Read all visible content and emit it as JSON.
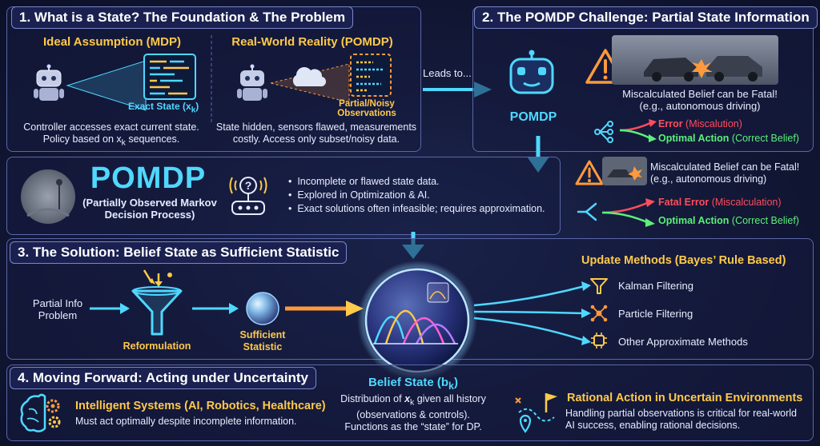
{
  "section1": {
    "title": "1. What is a State? The Foundation & The Problem",
    "mdp_heading": "Ideal Assumption (MDP)",
    "mdp_state_label": "Exact State (x",
    "mdp_state_sub": "k",
    "mdp_desc_1": "Controller accesses exact current state.",
    "mdp_desc_2": "Policy based on x",
    "mdp_desc_2_sub": "k",
    "mdp_desc_2_end": " sequences.",
    "pomdp_heading": "Real-World Reality (POMDP)",
    "pomdp_obs_label": "Partial/Noisy Observations",
    "pomdp_desc_1": "State hidden, sensors flawed, measurements",
    "pomdp_desc_2": "costly. Access only subset/noisy data."
  },
  "leads_to": "Leads to...",
  "section2": {
    "title": "2. The POMDP Challenge: Partial State Information",
    "robot_label": "POMDP",
    "warning_1": "Miscalculated Belief can be Fatal!",
    "warning_2": "(e.g., autonomous driving)",
    "error_label": "Error",
    "error_detail": " (Miscalution)",
    "optimal_label": "Optimal Action",
    "optimal_detail": " (Correct Belief)"
  },
  "pomdp_band": {
    "big_title": "POMDP",
    "subtitle": "(Partially Observed Markov Decision Process)",
    "bullets": [
      "Incomplete or flawed state data.",
      "Explored in Optimization & AI.",
      "Exact solutions often infeasible; requires approximation."
    ],
    "warning_1": "Miscalculated Belief can be Fatal!",
    "warning_2": "(e.g., autonomous driving)",
    "fatal_label": "Fatal Error",
    "fatal_detail": " (Miscalculation)",
    "optimal_label": "Optimal Action",
    "optimal_detail": " (Correct Belief)"
  },
  "section3": {
    "title": "3. The Solution: Belief State as Sufficient Statistic",
    "partial_info": "Partial Info Problem",
    "reformulation": "Reformulation",
    "sufficient": "Sufficient Statistic",
    "update_heading": "Update Methods (Bayes’ Rule Based)",
    "methods": [
      "Kalman Filtering",
      "Particle Filtering",
      "Other Approximate Methods"
    ]
  },
  "belief": {
    "title": "Belief State (b",
    "title_sub": "k",
    "title_end": ")",
    "desc_1a": "Distribution of ",
    "desc_1b": "x",
    "desc_1c": "k",
    "desc_1d": " given all history",
    "desc_2": "(observations & controls).",
    "desc_3": "Functions as the “state” for DP."
  },
  "section4": {
    "title": "4. Moving Forward: Acting under Uncertainty",
    "left_heading": "Intelligent Systems (AI, Robotics, Healthcare)",
    "left_desc": "Must act optimally despite incomplete information.",
    "right_heading": "Rational Action in Uncertain Environments",
    "right_desc_1": "Handling partial observations is critical for real-world",
    "right_desc_2": "AI success, enabling rational decisions."
  },
  "colors": {
    "accent_cyan": "#4fd8ff",
    "accent_yellow": "#ffc94a",
    "accent_orange": "#ff9a3c",
    "error_red": "#ff4d5e",
    "success_green": "#5cf07a",
    "panel_border": "#5a66a8"
  }
}
